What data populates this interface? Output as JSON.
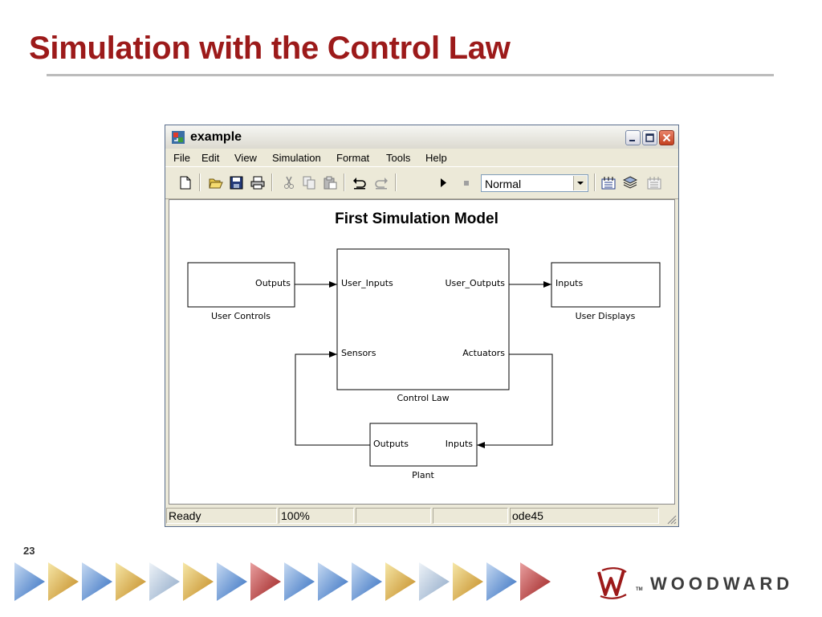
{
  "colors": {
    "title": "#9c1a1a",
    "rule": "#bcbcbc",
    "window_frame": "#ece9d8"
  },
  "slide": {
    "title": "Simulation with the Control Law",
    "page_number": "23"
  },
  "window": {
    "title": "example",
    "menu": [
      "File",
      "Edit",
      "View",
      "Simulation",
      "Format",
      "Tools",
      "Help"
    ],
    "toolbar": {
      "icons": [
        "new-file-icon",
        "open-folder-icon",
        "save-icon",
        "print-icon",
        "cut-icon",
        "copy-icon",
        "paste-icon",
        "undo-icon",
        "redo-icon",
        "play-icon",
        "stop-icon",
        "build-icon",
        "library-browser-icon",
        "debug-icon"
      ],
      "mode": "Normal"
    },
    "model": {
      "title": "First Simulation Model",
      "blocks": {
        "user_controls": {
          "name": "User Controls",
          "port_out": "Outputs"
        },
        "control_law": {
          "name": "Control Law",
          "in1": "User_Inputs",
          "in2": "Sensors",
          "out1": "User_Outputs",
          "out2": "Actuators"
        },
        "user_displays": {
          "name": "User Displays",
          "port_in": "Inputs"
        },
        "plant": {
          "name": "Plant",
          "port_out": "Outputs",
          "port_in": "Inputs"
        }
      }
    },
    "status": {
      "state": "Ready",
      "zoom": "100%",
      "empty1": "",
      "empty2": "",
      "solver": "ode45"
    }
  },
  "footer": {
    "brand": "WOODWARD",
    "logo_trademark": "TM"
  }
}
